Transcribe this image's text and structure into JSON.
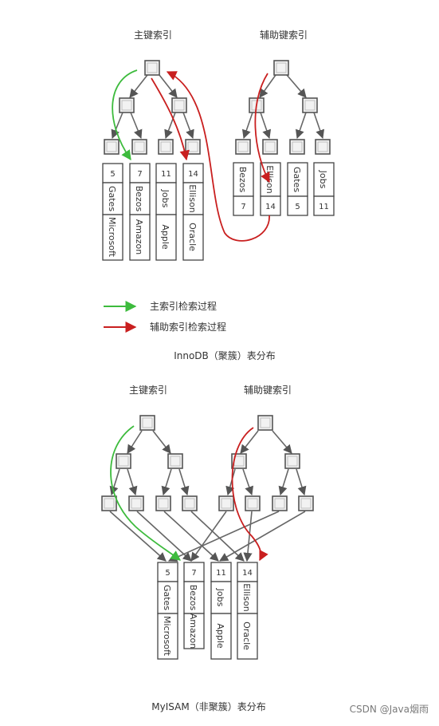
{
  "innodb": {
    "primary_index_label": "主键索引",
    "secondary_index_label": "辅助键索引",
    "primary_rows": [
      {
        "id": "5",
        "name": "Gates",
        "company": "Microsoft"
      },
      {
        "id": "7",
        "name": "Bezos",
        "company": "Amazon"
      },
      {
        "id": "11",
        "name": "Jobs",
        "company": "Apple"
      },
      {
        "id": "14",
        "name": "Ellison",
        "company": "Oracle"
      }
    ],
    "secondary_entries": [
      {
        "name": "Bezos",
        "id": "7"
      },
      {
        "name": "Ellison",
        "id": "14"
      },
      {
        "name": "Gates",
        "id": "5"
      },
      {
        "name": "Jobs",
        "id": "11"
      }
    ],
    "legend": {
      "green_label": "主索引检索过程",
      "red_label": "辅助索引检索过程",
      "green_color": "#3dbb3d",
      "red_color": "#c91f1f"
    },
    "caption": "InnoDB（聚簇）表分布"
  },
  "myisam": {
    "primary_index_label": "主键索引",
    "secondary_index_label": "辅助键索引",
    "rows": [
      {
        "id": "5",
        "name": "Gates",
        "company": "Microsoft"
      },
      {
        "id": "7",
        "name": "Bezos",
        "company": "Amazon"
      },
      {
        "id": "11",
        "name": "Jobs",
        "company": "Apple"
      },
      {
        "id": "14",
        "name": "Ellison",
        "company": "Oracle"
      }
    ],
    "caption": "MyISAM（非聚簇）表分布"
  },
  "watermark": "CSDN @Java烟雨"
}
